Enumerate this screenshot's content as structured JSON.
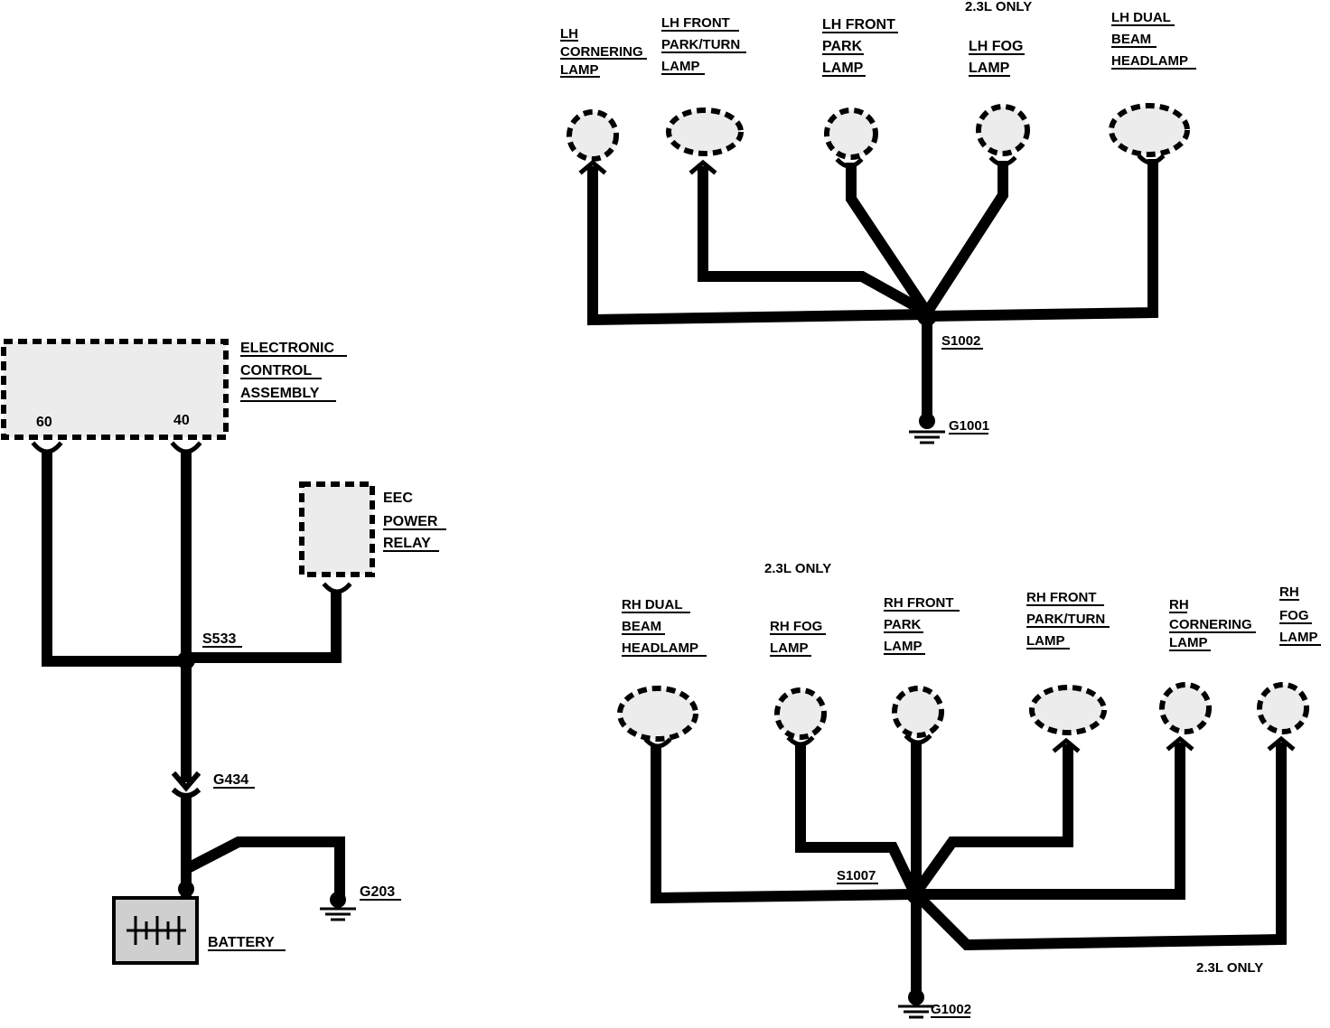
{
  "ground_circuit_diagram": {
    "ecu": {
      "label": [
        "ELECTRONIC",
        "CONTROL",
        "ASSEMBLY"
      ],
      "pins": [
        "60",
        "40"
      ]
    },
    "eec_relay": {
      "label": [
        "EEC",
        "POWER",
        "RELAY"
      ]
    },
    "splice_s533": "S533",
    "connector_g434": "G434",
    "ground_g203": "G203",
    "battery": "BATTERY",
    "lh_lamps": [
      {
        "label": [
          "LH",
          "CORNERING",
          "LAMP"
        ]
      },
      {
        "label": [
          "LH FRONT",
          "PARK/TURN",
          "LAMP"
        ]
      },
      {
        "label": [
          "LH FRONT",
          "PARK",
          "LAMP"
        ]
      },
      {
        "label": [
          "LH FOG",
          "LAMP"
        ]
      },
      {
        "label": [
          "LH DUAL",
          "BEAM",
          "HEADLAMP"
        ]
      }
    ],
    "lh_note": "2.3L ONLY",
    "splice_s1002": "S1002",
    "ground_g1001": "G1001",
    "rh_lamps": [
      {
        "label": [
          "RH DUAL",
          "BEAM",
          "HEADLAMP"
        ]
      },
      {
        "label": [
          "RH FOG",
          "LAMP"
        ]
      },
      {
        "label": [
          "RH FRONT",
          "PARK",
          "LAMP"
        ]
      },
      {
        "label": [
          "RH FRONT",
          "PARK/TURN",
          "LAMP"
        ]
      },
      {
        "label": [
          "RH",
          "CORNERING",
          "LAMP"
        ]
      },
      {
        "label": [
          "RH",
          "FOG",
          "LAMP"
        ]
      }
    ],
    "rh_note_top": "2.3L ONLY",
    "rh_note_bottom": "2.3L ONLY",
    "splice_s1007": "S1007",
    "ground_g1002": "G1002"
  }
}
